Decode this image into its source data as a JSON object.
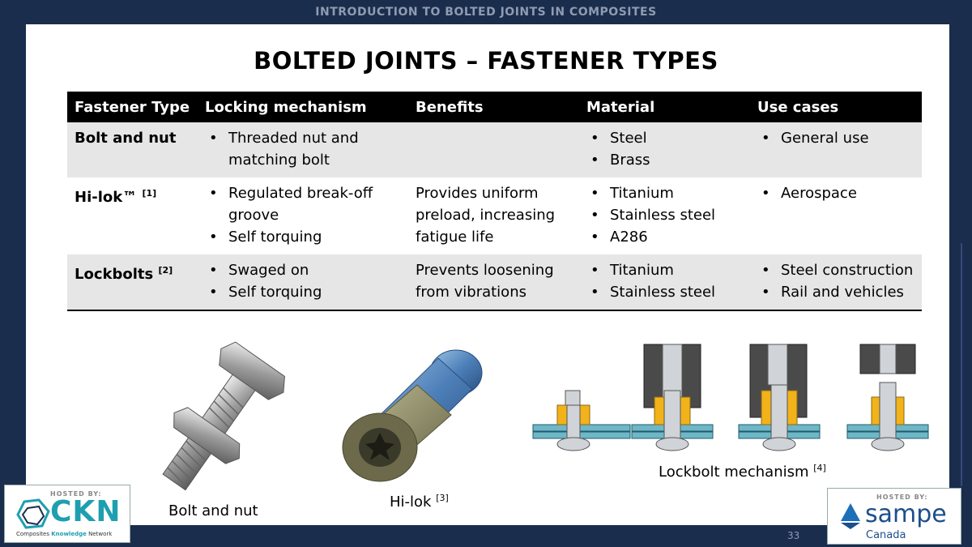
{
  "header": {
    "banner": "INTRODUCTION TO BOLTED JOINTS IN COMPOSITES"
  },
  "slide": {
    "title": "BOLTED JOINTS – FASTENER TYPES",
    "page_number": "33"
  },
  "table": {
    "columns": [
      "Fastener Type",
      "Locking mechanism",
      "Benefits",
      "Material",
      "Use cases"
    ],
    "rows": [
      {
        "type": "Bolt and nut",
        "ref": "",
        "locking": [
          "Threaded nut and matching bolt"
        ],
        "benefits": "",
        "material": [
          "Steel",
          "Brass"
        ],
        "use_cases": [
          "General use"
        ]
      },
      {
        "type": "Hi-lok™",
        "ref": "[1]",
        "locking": [
          "Regulated break-off groove",
          "Self torquing"
        ],
        "benefits": "Provides uniform preload, increasing fatigue life",
        "material": [
          "Titanium",
          "Stainless steel",
          "A286"
        ],
        "use_cases": [
          "Aerospace"
        ]
      },
      {
        "type": "Lockbolts",
        "ref": "[2]",
        "locking": [
          "Swaged on",
          "Self torquing"
        ],
        "benefits": "Prevents loosening from vibrations",
        "material": [
          "Titanium",
          "Stainless steel"
        ],
        "use_cases": [
          "Steel construction",
          "Rail and vehicles"
        ]
      }
    ]
  },
  "figures": {
    "bolt_caption": "Bolt and nut",
    "hilok_caption": "Hi-lok",
    "hilok_ref": "[3]",
    "lockbolt_caption": "Lockbolt mechanism",
    "lockbolt_ref": "[4]"
  },
  "logos": {
    "left_hosted": "HOSTED BY:",
    "left_name": "CKN",
    "left_sub1": "Composites",
    "left_sub2": "Knowledge",
    "left_sub3": "Network",
    "right_hosted": "HOSTED BY:",
    "right_name": "sampe",
    "right_sub": "Canada"
  },
  "colors": {
    "background": "#1b2d4c",
    "header_row": "#000000",
    "shade_row": "#e6e6e6",
    "ckn_teal": "#1e9fb0",
    "sampe_blue": "#1c4f8c",
    "lockbolt_orange": "#f2b21a"
  }
}
